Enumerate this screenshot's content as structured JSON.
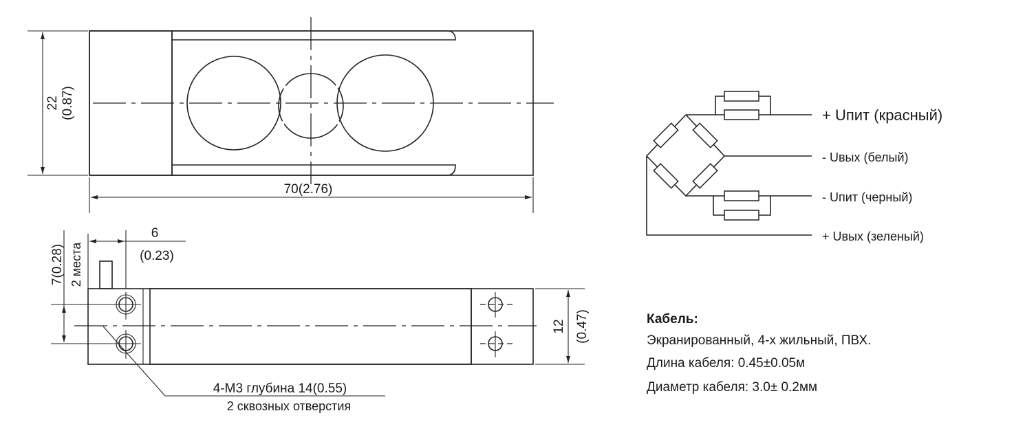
{
  "top_view": {
    "height_dim": "22",
    "height_dim_in": "(0.87)",
    "length_dim": "70(2.76)"
  },
  "side_view": {
    "offset_dim": "6",
    "offset_dim_in": "(0.23)",
    "pitch_dim": "7(0.28)",
    "pitch_note": "2 места",
    "width_dim": "12",
    "width_dim_in": "(0.47)",
    "thread_note": "4-M3 глубина 14(0.55)",
    "through_note": "2 сквозных отверстия"
  },
  "wiring": {
    "wires": [
      "+ Uпит (красный)",
      "-  Uвых (белый)",
      "-  Uпит (черный)",
      "+ Uвых (зеленый)"
    ]
  },
  "cable": {
    "title": "Кабель:",
    "lines": [
      "Экранированный, 4-х жильный, ПВХ.",
      "Длина кабеля: 0.45±0.05м",
      "Диаметр кабеля:  3.0± 0.2мм"
    ]
  }
}
